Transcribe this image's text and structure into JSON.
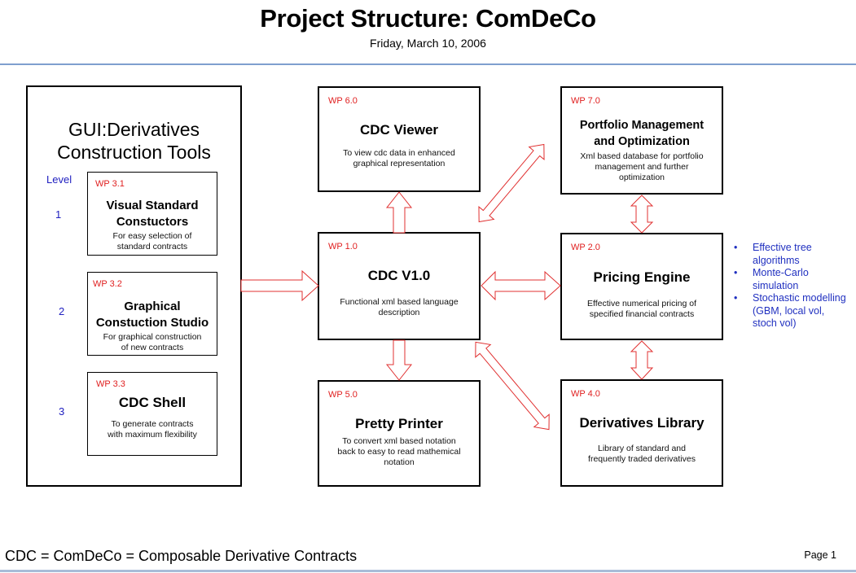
{
  "header": {
    "title": "Project Structure: ComDeCo",
    "date": "Friday, March 10, 2006"
  },
  "gui_panel": {
    "title_line1": "GUI:Derivatives",
    "title_line2": "Construction Tools",
    "level_label": "Level",
    "levels": [
      "1",
      "2",
      "3"
    ],
    "modules": [
      {
        "wp": "WP 3.1",
        "title_line1": "Visual Standard",
        "title_line2": "Constuctors",
        "desc_line1": "For easy selection  of",
        "desc_line2": "standard contracts"
      },
      {
        "wp": "WP 3.2",
        "title_line1": "Graphical",
        "title_line2": "Constuction Studio",
        "desc_line1": "For graphical construction",
        "desc_line2": "of new contracts"
      },
      {
        "wp": "WP 3.3",
        "title_line1": "CDC Shell",
        "desc_line1": "To generate contracts",
        "desc_line2": "with maximum flexibility"
      }
    ]
  },
  "work_packages": {
    "viewer": {
      "wp": "WP 6.0",
      "title": "CDC Viewer",
      "desc_line1": "To view cdc data in enhanced",
      "desc_line2": "graphical representation"
    },
    "core": {
      "wp": "WP 1.0",
      "title": "CDC V1.0",
      "desc_line1": "Functional xml based language",
      "desc_line2": "description"
    },
    "printer": {
      "wp": "WP 5.0",
      "title": "Pretty Printer",
      "desc_line1": "To convert xml based notation",
      "desc_line2": "back to easy to read mathemical",
      "desc_line3": "notation"
    },
    "portfolio": {
      "wp": "WP 7.0",
      "title_line1": "Portfolio Management",
      "title_line2": "and Optimization",
      "desc_line1": "Xml based database for portfolio",
      "desc_line2": "management and further",
      "desc_line3": "optimization"
    },
    "pricing": {
      "wp": "WP 2.0",
      "title": "Pricing Engine",
      "desc_line1": "Effective numerical pricing of",
      "desc_line2": "specified financial contracts"
    },
    "library": {
      "wp": "WP 4.0",
      "title": "Derivatives Library",
      "desc_line1": "Library of standard and",
      "desc_line2": "frequently traded derivatives"
    }
  },
  "pricing_features": {
    "bullet": "•",
    "items": [
      {
        "line1": "Effective tree",
        "line2": "algorithms"
      },
      {
        "line1": "Monte-Carlo",
        "line2": "simulation"
      },
      {
        "line1": "Stochastic modelling",
        "line2": "(GBM, local vol,",
        "line3": "stoch vol)"
      }
    ]
  },
  "footer": {
    "legend": "CDC = ComDeCo  = Composable Derivative Contracts",
    "page": "Page 1"
  },
  "colors": {
    "arrow": "#e03030",
    "wp_label": "#e02020",
    "level_text": "#2020c0",
    "rule": "#7f9fcf"
  }
}
